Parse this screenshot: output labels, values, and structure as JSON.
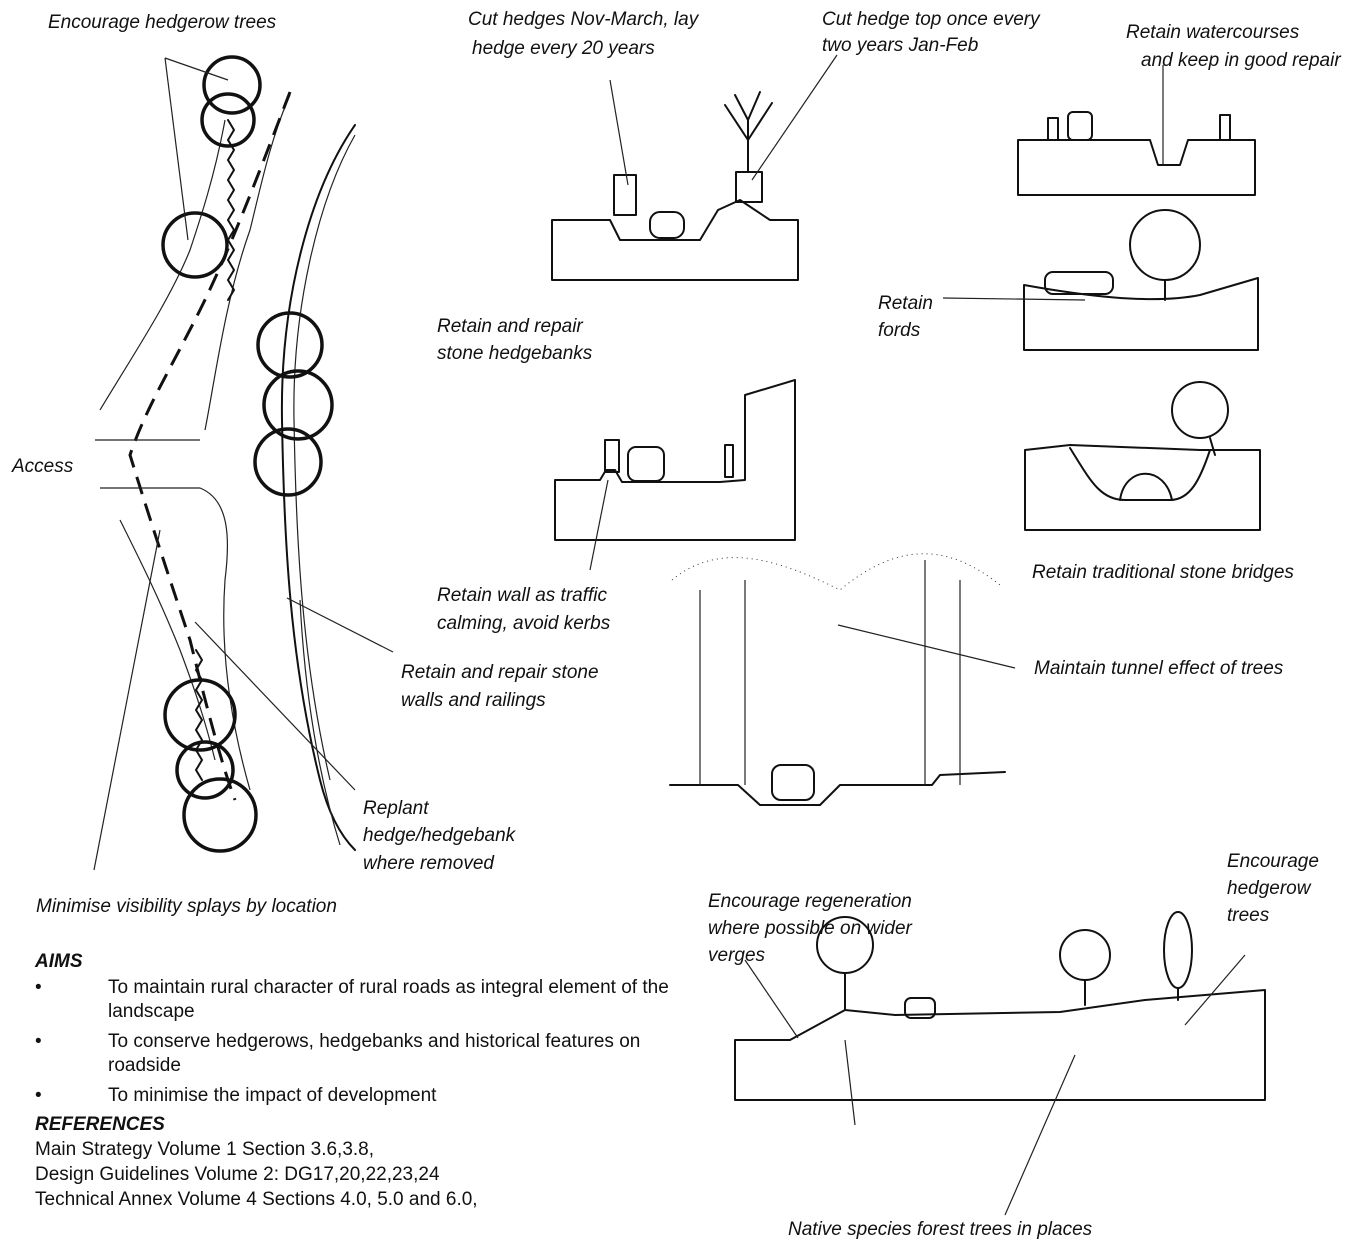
{
  "labels": {
    "encourage_hedgerow_trees_top": "Encourage hedgerow trees",
    "cut_hedges_1": "Cut hedges Nov-March, lay",
    "cut_hedges_2": "hedge every 20 years",
    "cut_top_1": "Cut hedge top once every",
    "cut_top_2": "two years Jan-Feb",
    "retain_water_1": "Retain watercourses",
    "retain_water_2": "and keep in good repair",
    "retain_fords_1": "Retain",
    "retain_fords_2": "fords",
    "retain_hedgebanks_1": "Retain and repair",
    "retain_hedgebanks_2": "stone hedgebanks",
    "access": "Access",
    "retain_wall_1": "Retain wall as traffic",
    "retain_wall_2": "calming, avoid kerbs",
    "retain_bridges": "Retain traditional stone bridges",
    "retain_walls_rail_1": "Retain and repair stone",
    "retain_walls_rail_2": "walls and railings",
    "tunnel": "Maintain tunnel effect of trees",
    "replant_1": "Replant",
    "replant_2": "hedge/hedgebank",
    "replant_3": "where removed",
    "minimise": "Minimise visibility splays by location",
    "regen_1": "Encourage regeneration",
    "regen_2": "where possible on wider",
    "regen_3": "verges",
    "encourage_right_1": "Encourage",
    "encourage_right_2": "hedgerow",
    "encourage_right_3": "trees",
    "native": "Native species forest  trees in places"
  },
  "aims": {
    "heading": "AIMS",
    "items": [
      "To maintain rural character of rural roads as integral element of the landscape",
      "To conserve hedgerows, hedgebanks and historical features on roadside",
      "To minimise the impact of development"
    ]
  },
  "references": {
    "heading": "REFERENCES",
    "items": [
      "Main Strategy Volume 1 Section 3.6,3.8,",
      "Design Guidelines Volume 2: DG17,20,22,23,24",
      "Technical Annex Volume 4 Sections 4.0, 5.0 and 6.0,"
    ]
  }
}
